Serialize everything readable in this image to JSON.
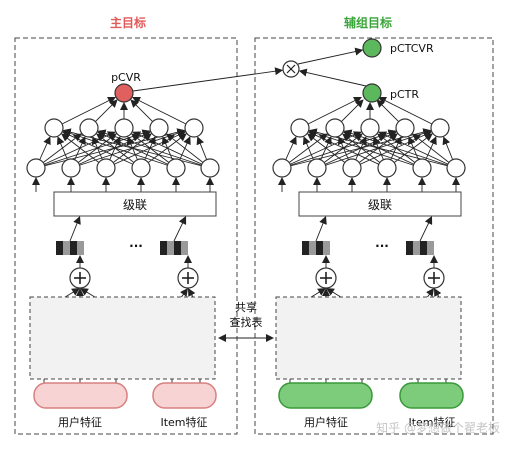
{
  "left": {
    "title": "主目标",
    "output_label": "pCVR",
    "concat_label": "级联",
    "ellipsis": "...",
    "user_features_label": "用户特征",
    "item_features_label": "Item特征"
  },
  "right": {
    "title": "辅组目标",
    "pctr_label": "pCTR",
    "pctcvr_label": "pCTCVR",
    "concat_label": "级联",
    "ellipsis": "...",
    "user_features_label": "用户特征",
    "item_features_label": "Item特征"
  },
  "shared": {
    "line1": "共享",
    "line2": "查找表"
  },
  "watermark": "知乎 @梦想做个翟老板",
  "colors": {
    "left_title": "#e05a5a",
    "right_title": "#3aa63a",
    "pcvr_node": "#e06060",
    "pctr_node": "#5cb85c",
    "left_feature_fill": "#f7d3d3",
    "left_feature_stroke": "#d98080",
    "right_feature_fill": "#7ccc7c",
    "right_feature_stroke": "#3a9a3a"
  }
}
